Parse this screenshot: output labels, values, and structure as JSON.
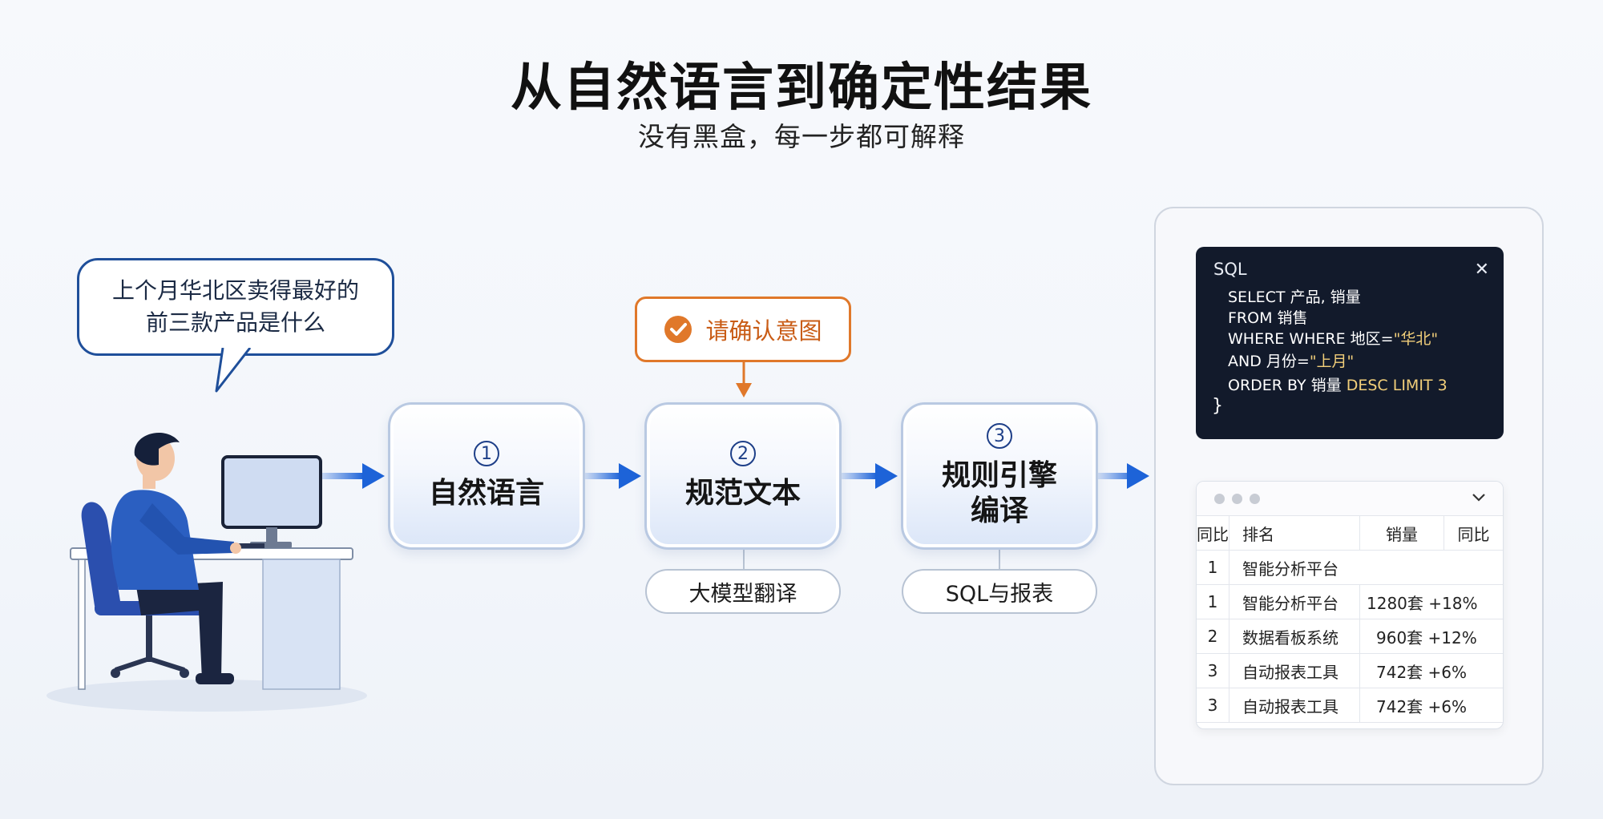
{
  "header": {
    "title": "从自然语言到确定性结果",
    "subtitle": "没有黑盒，每一步都可解释"
  },
  "question_bubble": {
    "line1": "上个月华北区卖得最好的",
    "line2": "前三款产品是什么"
  },
  "confirm_box": {
    "label": "请确认意图",
    "icon": "check-circle-icon",
    "color": "#e0782a"
  },
  "steps": [
    {
      "number": "1",
      "label": "自然语言"
    },
    {
      "number": "2",
      "label": "规范文本",
      "note": "大模型翻译"
    },
    {
      "number": "3",
      "label_line1": "规则引擎",
      "label_line2": "编译",
      "note": "SQL与报表"
    }
  ],
  "sql_panel": {
    "title": "SQL",
    "close_icon": "close-icon",
    "lines": [
      "SELECT 产品, 销量",
      "FROM 销售",
      "WHERE WHERE 地区=",
      "\"华北\"",
      "AND 月份=",
      "\"上月\"",
      "ORDER BY 销量",
      "DESC LIMIT 3",
      "}"
    ]
  },
  "result_table": {
    "chevron_icon": "chevron-down-icon",
    "headers": [
      "同比",
      "排名",
      "销量",
      "同比"
    ],
    "rows": [
      {
        "idx": "1",
        "name": "智能分析平台",
        "sales": "",
        "yoy": ""
      },
      {
        "idx": "1",
        "name": "智能分析平台",
        "sales": "1280套",
        "yoy": "+18%"
      },
      {
        "idx": "2",
        "name": "数据看板系统",
        "sales": "960套",
        "yoy": "+12%"
      },
      {
        "idx": "3",
        "name": "自动报表工具",
        "sales": "742套",
        "yoy": "+6%"
      },
      {
        "idx": "3",
        "name": "自动报表工具",
        "sales": "742套",
        "yoy": "+6%"
      }
    ]
  },
  "colors": {
    "arrow": "#1d63d8",
    "step_border": "#b9c9e2",
    "bubble_border": "#1f4f9a",
    "sql_bg": "#121a2b",
    "sql_highlight": "#f2cf7a",
    "person_shirt": "#2b5fc1"
  }
}
